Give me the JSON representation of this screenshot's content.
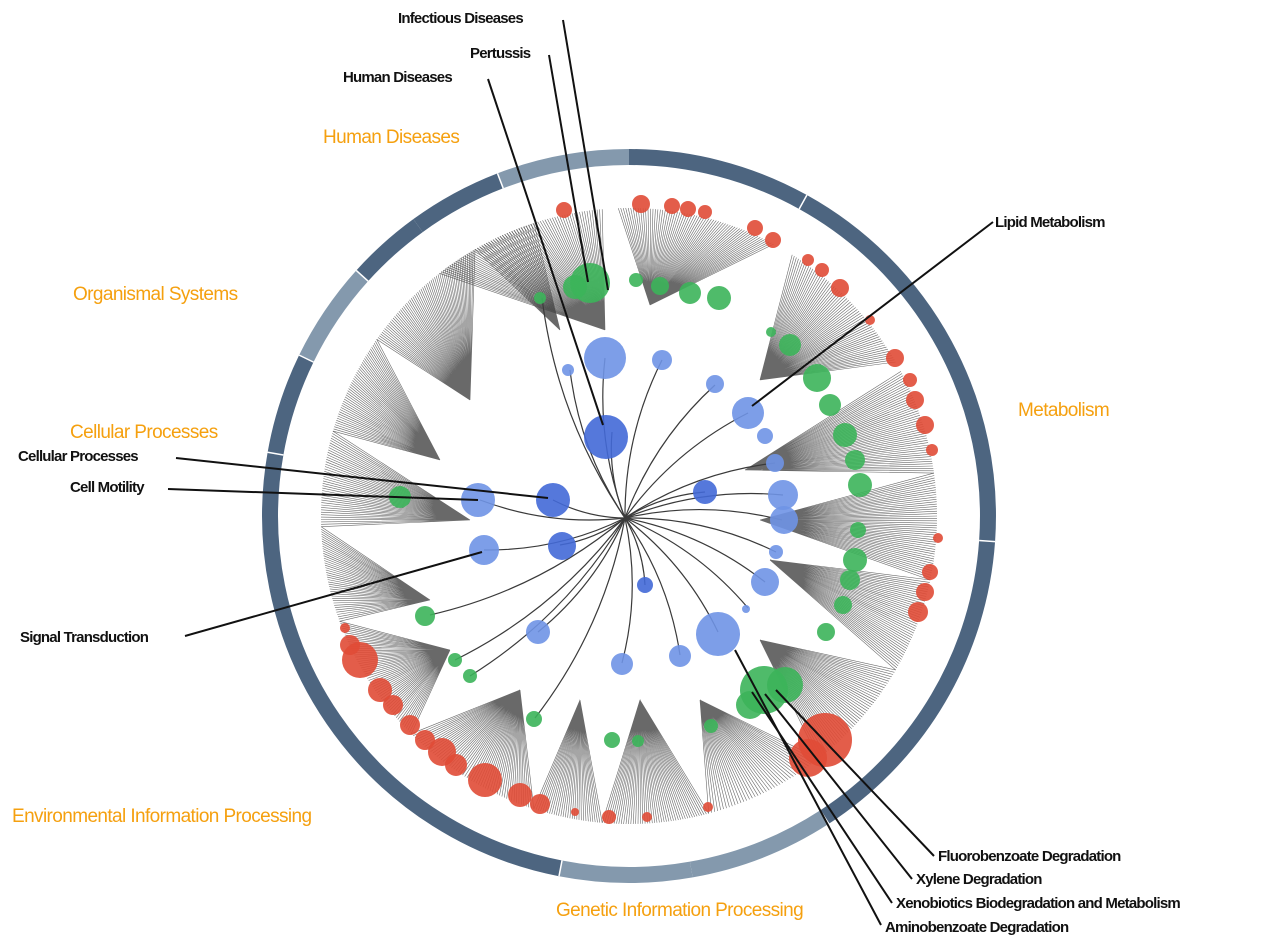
{
  "colors": {
    "ring_dark": "#4d6580",
    "ring_light": "#8499ad",
    "category_label": "#f5a00f",
    "callout_label": "#111111",
    "node_blue_dark": "#4269d7",
    "node_blue_light": "#6f93e6",
    "node_green": "#3cb45a",
    "node_red": "#e04b36",
    "branch": "#3a3a3a"
  },
  "categories": {
    "human_diseases": "Human Diseases",
    "organismal_systems": "Organismal Systems",
    "cellular_processes": "Cellular Processes",
    "metabolism": "Metabolism",
    "environmental_information_processing": "Environmental Information Processing",
    "genetic_information_processing": "Genetic Information Processing"
  },
  "callouts": {
    "infectious_diseases": "Infectious Diseases",
    "pertussis": "Pertussis",
    "human_diseases": "Human Diseases",
    "lipid_metabolism": "Lipid Metabolism",
    "cellular_processes": "Cellular Processes",
    "cell_motility": "Cell Motility",
    "signal_transduction": "Signal Transduction",
    "fluorobenzoate_degradation": "Fluorobenzoate Degradation",
    "xylene_degradation": "Xylene Degradation",
    "xenobiotics_biodegradation": "Xenobiotics Biodegradation and Metabolism",
    "aminobenzoate_degradation": "Aminobenzoate Degradation"
  }
}
